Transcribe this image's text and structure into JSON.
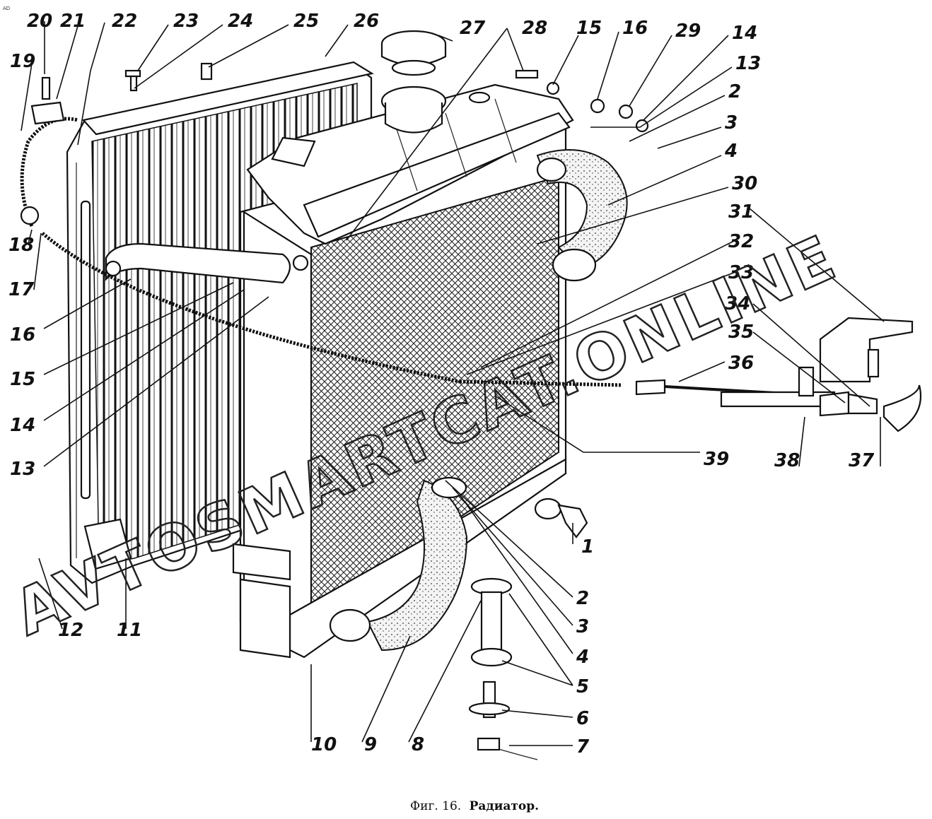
{
  "watermark": "AVTOSMARTCAT.ONLINE",
  "caption": {
    "prefix": "Фиг. 16.",
    "title": "Радиатор."
  },
  "corner_mark": "AD",
  "callouts": [
    {
      "id": "c20",
      "label": "20"
    },
    {
      "id": "c21",
      "label": "21"
    },
    {
      "id": "c22",
      "label": "22"
    },
    {
      "id": "c23",
      "label": "23"
    },
    {
      "id": "c24",
      "label": "24"
    },
    {
      "id": "c25",
      "label": "25"
    },
    {
      "id": "c26",
      "label": "26"
    },
    {
      "id": "c27",
      "label": "27"
    },
    {
      "id": "c28",
      "label": "28"
    },
    {
      "id": "c15a",
      "label": "15"
    },
    {
      "id": "c16a",
      "label": "16"
    },
    {
      "id": "c29",
      "label": "29"
    },
    {
      "id": "c14a",
      "label": "14"
    },
    {
      "id": "c13a",
      "label": "13"
    },
    {
      "id": "c2a",
      "label": "2"
    },
    {
      "id": "c3a",
      "label": "3"
    },
    {
      "id": "c4a",
      "label": "4"
    },
    {
      "id": "c30",
      "label": "30"
    },
    {
      "id": "c31",
      "label": "31"
    },
    {
      "id": "c32",
      "label": "32"
    },
    {
      "id": "c33",
      "label": "33"
    },
    {
      "id": "c34",
      "label": "34"
    },
    {
      "id": "c35",
      "label": "35"
    },
    {
      "id": "c36",
      "label": "36"
    },
    {
      "id": "c19",
      "label": "19"
    },
    {
      "id": "c18",
      "label": "18"
    },
    {
      "id": "c17",
      "label": "17"
    },
    {
      "id": "c16b",
      "label": "16"
    },
    {
      "id": "c15b",
      "label": "15"
    },
    {
      "id": "c14b",
      "label": "14"
    },
    {
      "id": "c13b",
      "label": "13"
    },
    {
      "id": "c39",
      "label": "39"
    },
    {
      "id": "c38",
      "label": "38"
    },
    {
      "id": "c37",
      "label": "37"
    },
    {
      "id": "c1",
      "label": "1"
    },
    {
      "id": "c2b",
      "label": "2"
    },
    {
      "id": "c3b",
      "label": "3"
    },
    {
      "id": "c4b",
      "label": "4"
    },
    {
      "id": "c5",
      "label": "5"
    },
    {
      "id": "c6",
      "label": "6"
    },
    {
      "id": "c7",
      "label": "7"
    },
    {
      "id": "c8",
      "label": "8"
    },
    {
      "id": "c9",
      "label": "9"
    },
    {
      "id": "c10",
      "label": "10"
    },
    {
      "id": "c11",
      "label": "11"
    },
    {
      "id": "c12",
      "label": "12"
    }
  ]
}
